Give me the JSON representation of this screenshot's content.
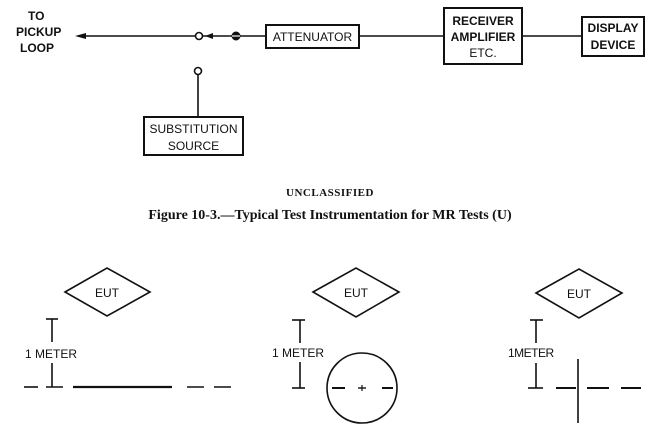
{
  "block_diagram": {
    "pickup_label": [
      "TO",
      "PICKUP",
      "LOOP"
    ],
    "attenuator": "ATTENUATOR",
    "receiver": [
      "RECEIVER",
      "AMPLIFIER",
      "ETC."
    ],
    "display": [
      "DISPLAY",
      "DEVICE"
    ],
    "substitution": [
      "SUBSTITUTION",
      "SOURCE"
    ]
  },
  "caption": {
    "classification": "UNCLASSIFIED",
    "title": "Figure 10-3.—Typical Test Instrumentation for MR Tests (U)"
  },
  "configurations": [
    {
      "eut_label": "EUT",
      "distance_label": "1 METER",
      "loop": "straight-line"
    },
    {
      "eut_label": "EUT",
      "distance_label": "1 METER",
      "loop": "circle"
    },
    {
      "eut_label": "EUT",
      "distance_label": "1METER",
      "loop": "perpendicular-line"
    }
  ]
}
